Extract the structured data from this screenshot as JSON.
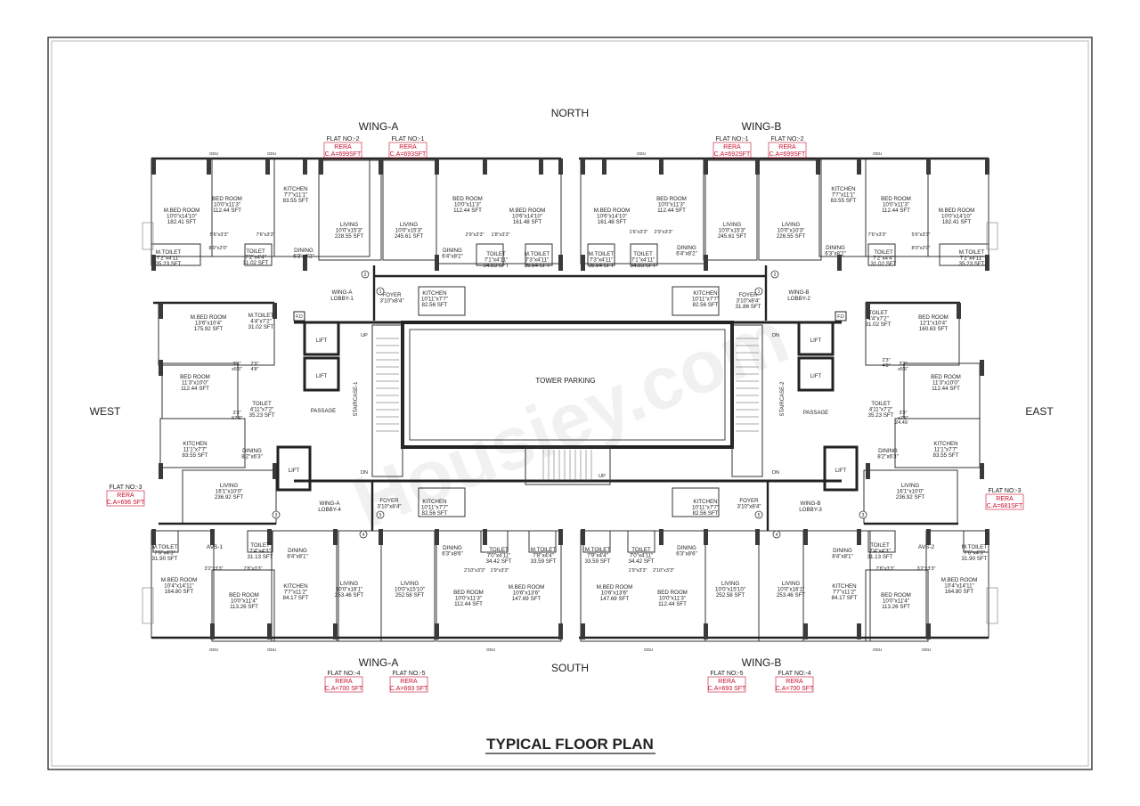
{
  "drawing_title": "TYPICAL FLOOR PLAN",
  "watermark": "Housiey.com",
  "directions": {
    "north": "NORTH",
    "south": "SOUTH",
    "east": "EAST",
    "west": "WEST"
  },
  "wings": {
    "a": "WING-A",
    "b": "WING-B"
  },
  "core": {
    "tower_parking": "TOWER PARKING",
    "up": "UP",
    "dn": "DN",
    "lift": "LIFT",
    "passage": "PASSAGE",
    "staircase_1": "STAIRCASE-1",
    "staircase_2": "STAIRCASE-2",
    "fd": "F.D",
    "lobby_a1": "WING-A\nLOBBY-1",
    "lobby_b2": "WING-B\nLOBBY-2",
    "lobby_a4": "WING-A\nLOBBY-4",
    "lobby_b3": "WING-B\nLOBBY-3",
    "avs_1": "AVS-1",
    "avs_2": "AVS-2"
  },
  "flat_tags": [
    {
      "id": "a2",
      "flat": "FLAT NO:-2",
      "rera": "RERA",
      "ca": "C.A=699SFT"
    },
    {
      "id": "a1",
      "flat": "FLAT NO:-1",
      "rera": "RERA",
      "ca": "C.A=693SFT"
    },
    {
      "id": "b1",
      "flat": "FLAT NO:-1",
      "rera": "RERA",
      "ca": "C.A=692SFT"
    },
    {
      "id": "b2",
      "flat": "FLAT NO:-2",
      "rera": "RERA",
      "ca": "C.A=699SFT"
    },
    {
      "id": "a3",
      "flat": "FLAT NO:-3",
      "rera": "RERA",
      "ca": "C.A=696 SFT"
    },
    {
      "id": "b3",
      "flat": "FLAT NO:-3",
      "rera": "RERA",
      "ca": "C.A=681SFT"
    },
    {
      "id": "a4",
      "flat": "FLAT NO:-4",
      "rera": "RERA",
      "ca": "C.A=700 SFT"
    },
    {
      "id": "a5",
      "flat": "FLAT NO:-5",
      "rera": "RERA",
      "ca": "C.A=693 SFT"
    },
    {
      "id": "b5",
      "flat": "FLAT NO:-5",
      "rera": "RERA",
      "ca": "C.A=693 SFT"
    },
    {
      "id": "b4",
      "flat": "FLAT NO:-4",
      "rera": "RERA",
      "ca": "C.A=700 SFT"
    }
  ],
  "rooms": [
    {
      "t": "M.BED ROOM\n10'0\"x14'10\"\n182.41 SFT"
    },
    {
      "t": "BED ROOM\n10'0\"x11'3\"\n112.44 SFT"
    },
    {
      "t": "KITCHEN\n7'7\"x11'1\"\n83.55 SFT"
    },
    {
      "t": "LIVING\n10'0\"x15'3\"\n228.55 SFT"
    },
    {
      "t": "DINING\n6'3\"x8'2\""
    },
    {
      "t": "M.TOILET\n7'2\"x4'11\"\n35.23 SFT"
    },
    {
      "t": "TOILET\n7'2\"x4'4\"\n31.02 SFT"
    },
    {
      "t": "LIVING\n10'0\"x15'3\"\n245.61 SFT"
    },
    {
      "t": "BED ROOM\n10'0\"x11'3\"\n112.44 SFT"
    },
    {
      "t": "M.BED ROOM\n10'6\"x14'10\"\n161.48 SFT"
    },
    {
      "t": "DINING\n6'4\"x8'2\""
    },
    {
      "t": "TOILET\n7'1\"x4'11\"\n34.83 SFT"
    },
    {
      "t": "M.TOILET\n7'3\"x4'11\"\n35.64 SFT"
    },
    {
      "t": "M.BED ROOM\n10'6\"x14'10\"\n161.48 SFT"
    },
    {
      "t": "BED ROOM\n10'0\"x11'3\"\n112.44 SFT"
    },
    {
      "t": "LIVING\n10'0\"x15'3\"\n245.61 SFT"
    },
    {
      "t": "DINING\n6'4\"x8'2\""
    },
    {
      "t": "M.TOILET\n7'3\"x4'11\"\n35.64 SFT"
    },
    {
      "t": "TOILET\n7'1\"x4'11\"\n34.83 SFT"
    },
    {
      "t": "LIVING\n10'0\"x10'3\"\n226.55 SFT"
    },
    {
      "t": "KITCHEN\n7'7\"x11'1\"\n83.55 SFT"
    },
    {
      "t": "BED ROOM\n10'0\"x11'3\"\n112.44 SFT"
    },
    {
      "t": "M.BED ROOM\n10'0\"x14'10\"\n182.41 SFT"
    },
    {
      "t": "DINING\n6'3\"x8'2\""
    },
    {
      "t": "TOILET\n7'2\"x4'4\"\n31.02 SFT"
    },
    {
      "t": "M.TOILET\n7'2\"x4'11\"\n35.23 SFT"
    },
    {
      "t": "KITCHEN\n10'11\"x7'7\"\n82.56 SFT"
    },
    {
      "t": "FOYER\n3'10\"x8'4\""
    },
    {
      "t": "KITCHEN\n10'11\"x7'7\"\n82.56 SFT"
    },
    {
      "t": "FOYER\n3'10\"x8'4\"\n31.86 SFT"
    },
    {
      "t": "M.BED ROOM\n13'6\"x10'4\"\n175.92 SFT"
    },
    {
      "t": "M.TOILET\n4'4\"x7'2\"\n31.02 SFT"
    },
    {
      "t": "BED ROOM\n11'3\"x10'0\"\n112.44 SFT"
    },
    {
      "t": "TOILET\n4'11\"x7'2\"\n35.23 SFT"
    },
    {
      "t": "KITCHEN\n11'1\"x7'7\"\n83.55 SFT"
    },
    {
      "t": "DINING\n8'2\"x6'3\""
    },
    {
      "t": "LIVING\n16'1\"x10'0\"\n236.92 SFT"
    },
    {
      "t": "BED ROOM\n12'1\"x10'4\"\n160.63 SFT"
    },
    {
      "t": "TOILET\n4'4\"x7'2\"\n31.02 SFT"
    },
    {
      "t": "BED ROOM\n11'3\"x10'0\"\n112.44 SFT"
    },
    {
      "t": "TOILET\n4'11\"x7'2\"\n35.23 SFT"
    },
    {
      "t": "KITCHEN\n11'1\"x7'7\"\n83.55 SFT"
    },
    {
      "t": "DINING\n8'2\"x6'3\""
    },
    {
      "t": "LIVING\n16'1\"x10'0\"\n236.92 SFT"
    },
    {
      "t": "FOYER\n3'10\"x8'4\""
    },
    {
      "t": "KITCHEN\n10'11\"x7'7\"\n82.56 SFT"
    },
    {
      "t": "KITCHEN\n10'11\"x7'7\"\n82.56 SFT"
    },
    {
      "t": "FOYER\n3'10\"x8'4\""
    },
    {
      "t": "M.TOILET\n7'6\"x4'3\"\n31.90 SFT"
    },
    {
      "t": "TOILET\n7'4\"x4'3\"\n31.13 SFT"
    },
    {
      "t": "DINING\n8'4\"x8'1\""
    },
    {
      "t": "M.BED ROOM\n10'4\"x14'11\"\n164.80 SFT"
    },
    {
      "t": "BED ROOM\n10'0\"x11'4\"\n113.26 SFT"
    },
    {
      "t": "KITCHEN\n7'7\"x11'2\"\n84.17 SFT"
    },
    {
      "t": "LIVING\n10'0\"x16'1\"\n253.46 SFT"
    },
    {
      "t": "LIVING\n10'0\"x15'10\"\n252.58 SFT"
    },
    {
      "t": "DINING\n6'3\"x8'6\""
    },
    {
      "t": "TOILET\n7'0\"x4'11\"\n34.42 SFT"
    },
    {
      "t": "M.TOILET\n7'8\"x4'4\"\n33.59 SFT"
    },
    {
      "t": "BED ROOM\n10'0\"x11'3\"\n112.44 SFT"
    },
    {
      "t": "M.BED ROOM\n10'6\"x13'6\"\n147.69 SFT"
    },
    {
      "t": "M.TOILET\n7'9\"x4'4\"\n33.59 SFT"
    },
    {
      "t": "TOILET\n7'0\"x4'11\"\n34.42 SFT"
    },
    {
      "t": "DINING\n6'3\"x8'6\""
    },
    {
      "t": "M.BED ROOM\n10'6\"x13'6\"\n147.69 SFT"
    },
    {
      "t": "BED ROOM\n10'0\"x11'3\"\n112.44 SFT"
    },
    {
      "t": "LIVING\n10'0\"x15'10\"\n252.58 SFT"
    },
    {
      "t": "LIVING\n10'0\"x16'1\"\n253.46 SFT"
    },
    {
      "t": "DINING\n8'4\"x8'1\""
    },
    {
      "t": "TOILET\n7'4\"x4'3\"\n31.13 SFT"
    },
    {
      "t": "M.TOILET\n7'6\"x4'3\"\n31.90 SFT"
    },
    {
      "t": "M.BED ROOM\n10'4\"x14'11\"\n164.80 SFT"
    },
    {
      "t": "BED ROOM\n10'0\"x11'4\"\n113.26 SFT"
    },
    {
      "t": "KITCHEN\n7'7\"x11'2\"\n84.17 SFT"
    }
  ],
  "dims": [
    "5'6\"x3'3\"",
    "7'6\"x3'3\"",
    "8'0\"x2'0\"",
    "2'9\"x3'3\"",
    "1'8\"x3'3\"",
    "1'6\"x3'3\"",
    "2'9\"x3'3\"",
    "7'6\"x3'3\"",
    "5'6\"x3'3\"",
    "8'0\"x2'0\"",
    "3'3\"\nx5'6\"",
    "2'9\"\n4'8\"",
    "3'3\"\nX7'6\"",
    "2'3\"\n4'8\"",
    "3'3\"\nx5'6\"",
    "3'3\"\nx7'6\"",
    "24.49",
    "3'2\"x3'3\"",
    "7'8\"x3'3\"",
    "2'10\"x3'3\"",
    "1'9\"x3'3\"",
    "1'9\"x3'3\"",
    "2'10\"x3'3\"",
    "7'8\"x3'3\"",
    "3'2\"x3'3\""
  ],
  "circles": [
    "1",
    "2",
    "3",
    "4",
    "5",
    "1",
    "2",
    "3",
    "4",
    "5"
  ],
  "odu": "ODU"
}
